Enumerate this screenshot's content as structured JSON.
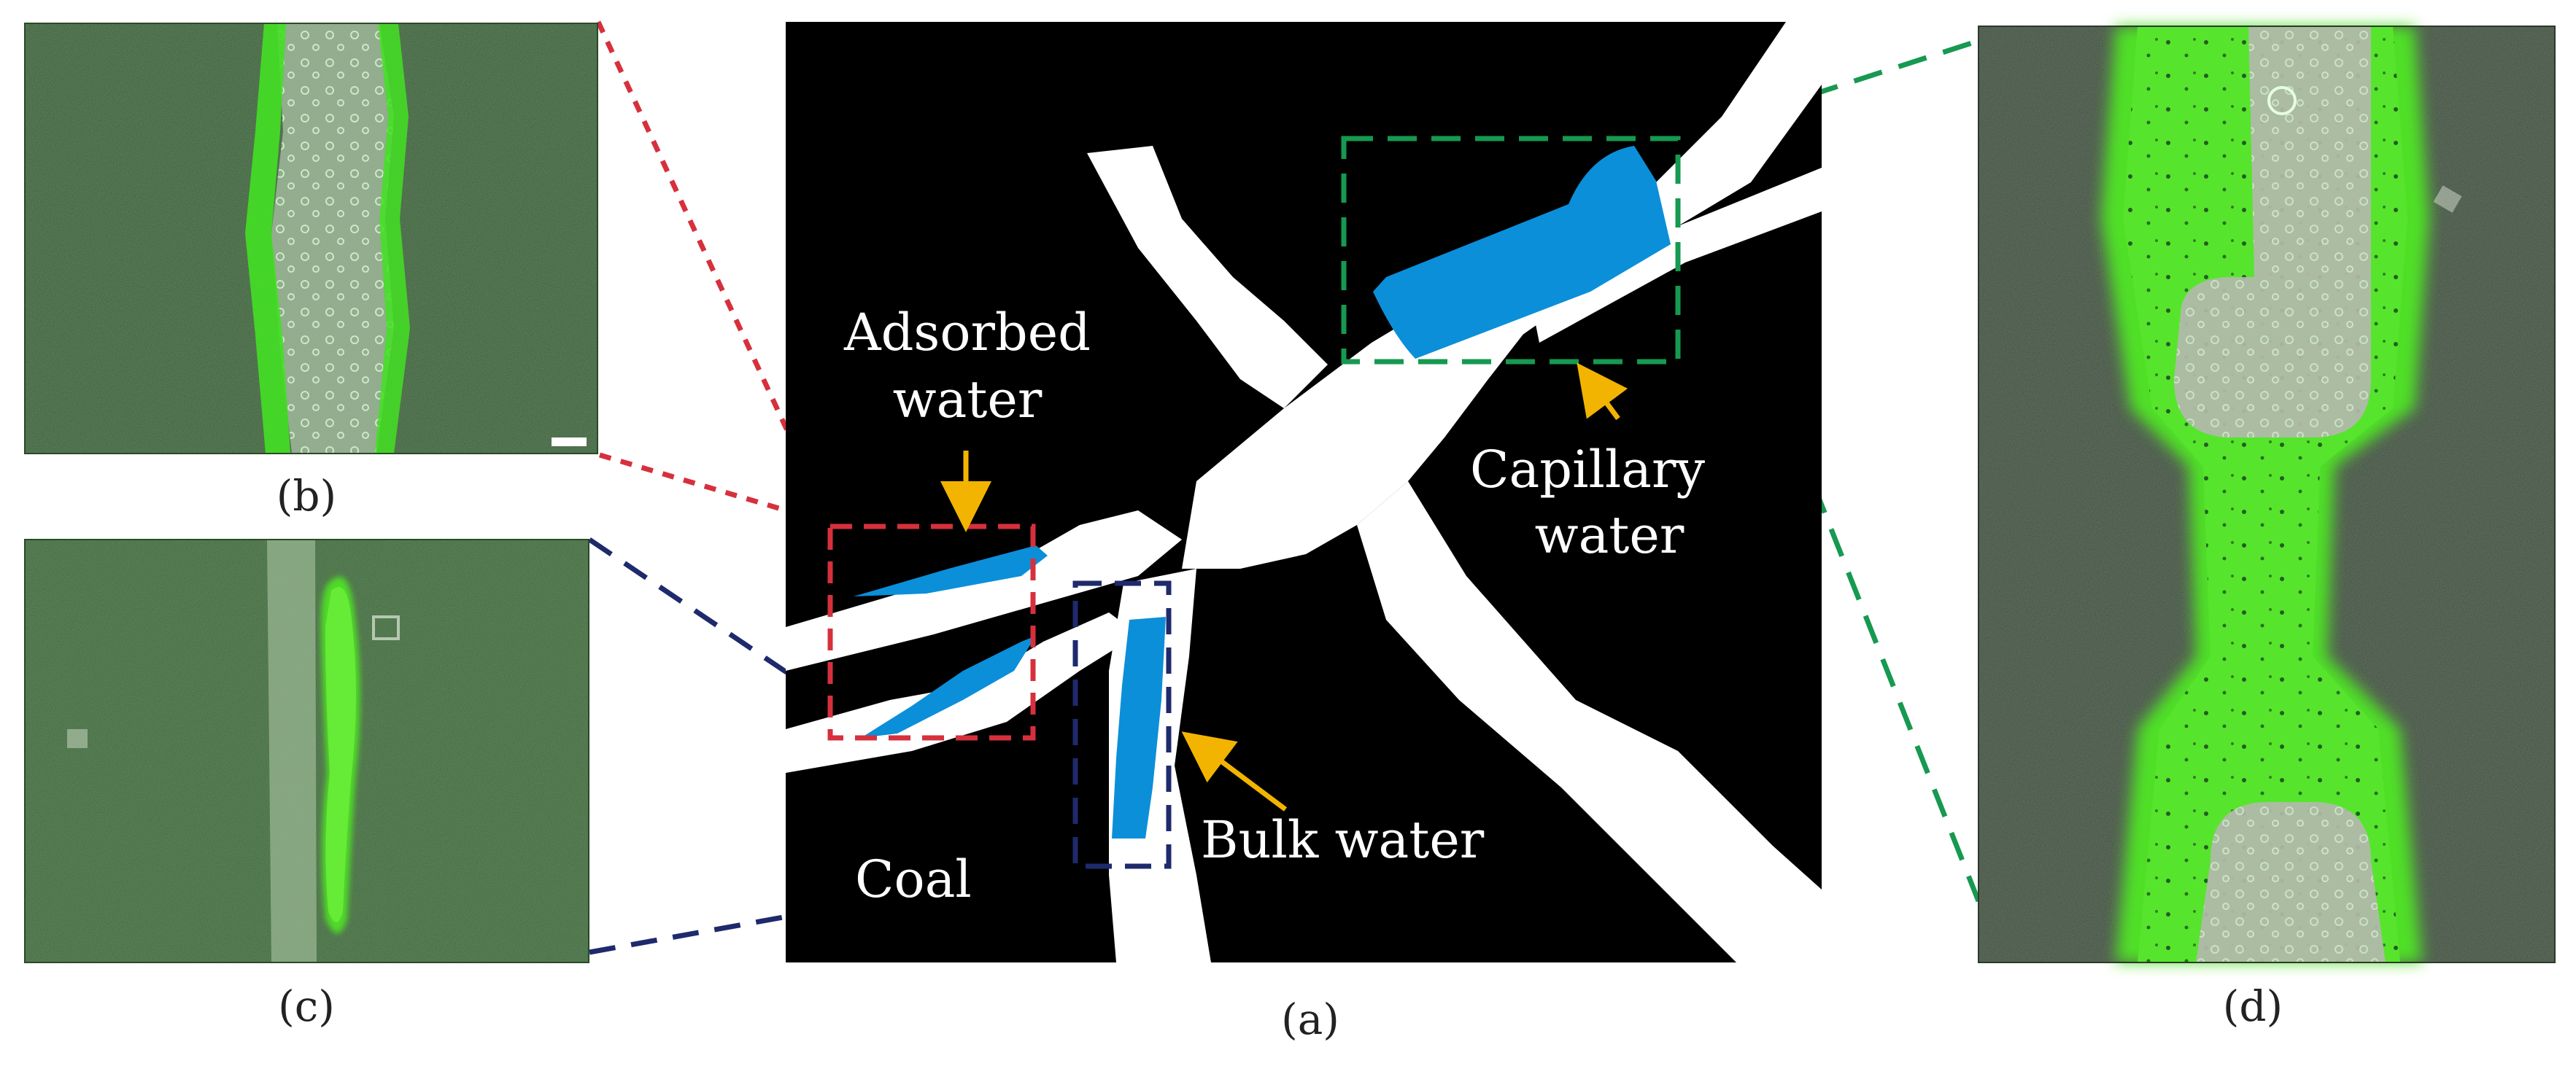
{
  "figure": {
    "panel_a": {
      "caption": "(a)",
      "labels": {
        "adsorbed_line1": "Adsorbed",
        "adsorbed_line2": "water",
        "capillary_line1": "Capillary",
        "capillary_line2": "water",
        "bulk": "Bulk water",
        "coal": "Coal"
      }
    },
    "panel_b": {
      "caption": "(b)"
    },
    "panel_c": {
      "caption": "(c)"
    },
    "panel_d": {
      "caption": "(d)"
    }
  },
  "colors": {
    "coal": "#000000",
    "pore": "#ffffff",
    "water": "#0b8fd9",
    "adsorbed_box": "#d6303c",
    "bulk_box": "#1e2a6b",
    "capillary_box": "#169950",
    "arrow": "#f2b400",
    "fluorescence": "#43e023",
    "micrograph_base": "#355a32"
  }
}
